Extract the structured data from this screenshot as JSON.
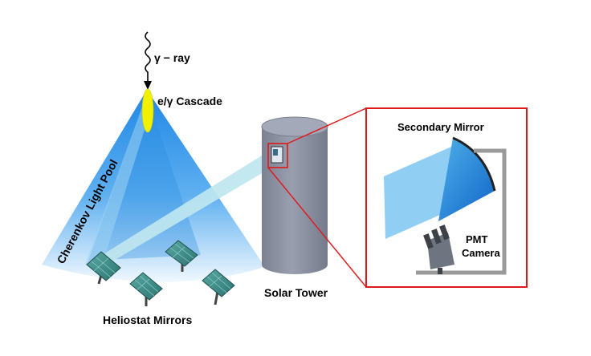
{
  "labels": {
    "gamma_ray": "γ − ray",
    "cascade": "e/γ Cascade",
    "light_pool": "Cherenkov Light Pool",
    "heliostats": "Heliostat Mirrors",
    "tower": "Solar Tower",
    "secondary_mirror": "Secondary  Mirror",
    "pmt_line1": "PMT",
    "pmt_line2": "Camera"
  },
  "colors": {
    "cone_top": "#1e86e6",
    "cone_bottom": "#f0f8ff",
    "cascade": "#f2f200",
    "beam": "#bfe6ef",
    "tower": "#8a8fa0",
    "inset_border": "#e01818",
    "mirror_panel": "#3a8f8f",
    "secondary_mirror": "#1a7ee8",
    "light_bundle": "#7cc6f2",
    "camera": "#6f7580"
  }
}
